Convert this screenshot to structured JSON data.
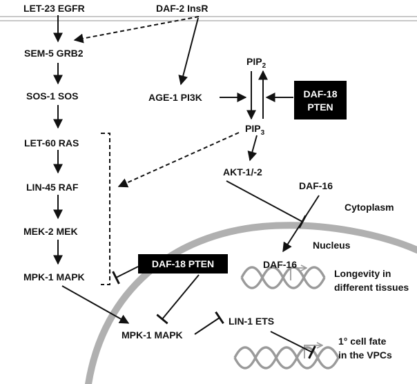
{
  "nodes": {
    "let23": "LET-23 EGFR",
    "daf2": "DAF-2 InsR",
    "sem5": "SEM-5 GRB2",
    "sos1": "SOS-1 SOS",
    "let60": "LET-60 RAS",
    "lin45": "LIN-45 RAF",
    "mek2": "MEK-2 MEK",
    "mpk1_left": "MPK-1 MAPK",
    "mpk1_bottom": "MPK-1 MAPK",
    "age1": "AGE-1 PI3K",
    "pip2_main": "PIP",
    "pip2_sub": "2",
    "pip3_main": "PIP",
    "pip3_sub": "3",
    "daf18_top_line1": "DAF-18",
    "daf18_top_line2": "PTEN",
    "akt": "AKT-1/-2",
    "daf16_cyto": "DAF-16",
    "daf16_nuc": "DAF-16",
    "daf18_mid": "DAF-18 PTEN",
    "lin1": "LIN-1 ETS"
  },
  "regions": {
    "cytoplasm": "Cytoplasm",
    "nucleus": "Nucleus"
  },
  "outcomes": {
    "longevity_line1": "Longevity in",
    "longevity_line2": "different tissues",
    "fate_line1": "1° cell fate",
    "fate_line2": "in the VPCs"
  },
  "colors": {
    "ink": "#111111",
    "box": "#000000",
    "membrane": "#c8c8c8",
    "nuclear_envelope": "#b0b0b0",
    "dna": "#9a9a9a"
  }
}
